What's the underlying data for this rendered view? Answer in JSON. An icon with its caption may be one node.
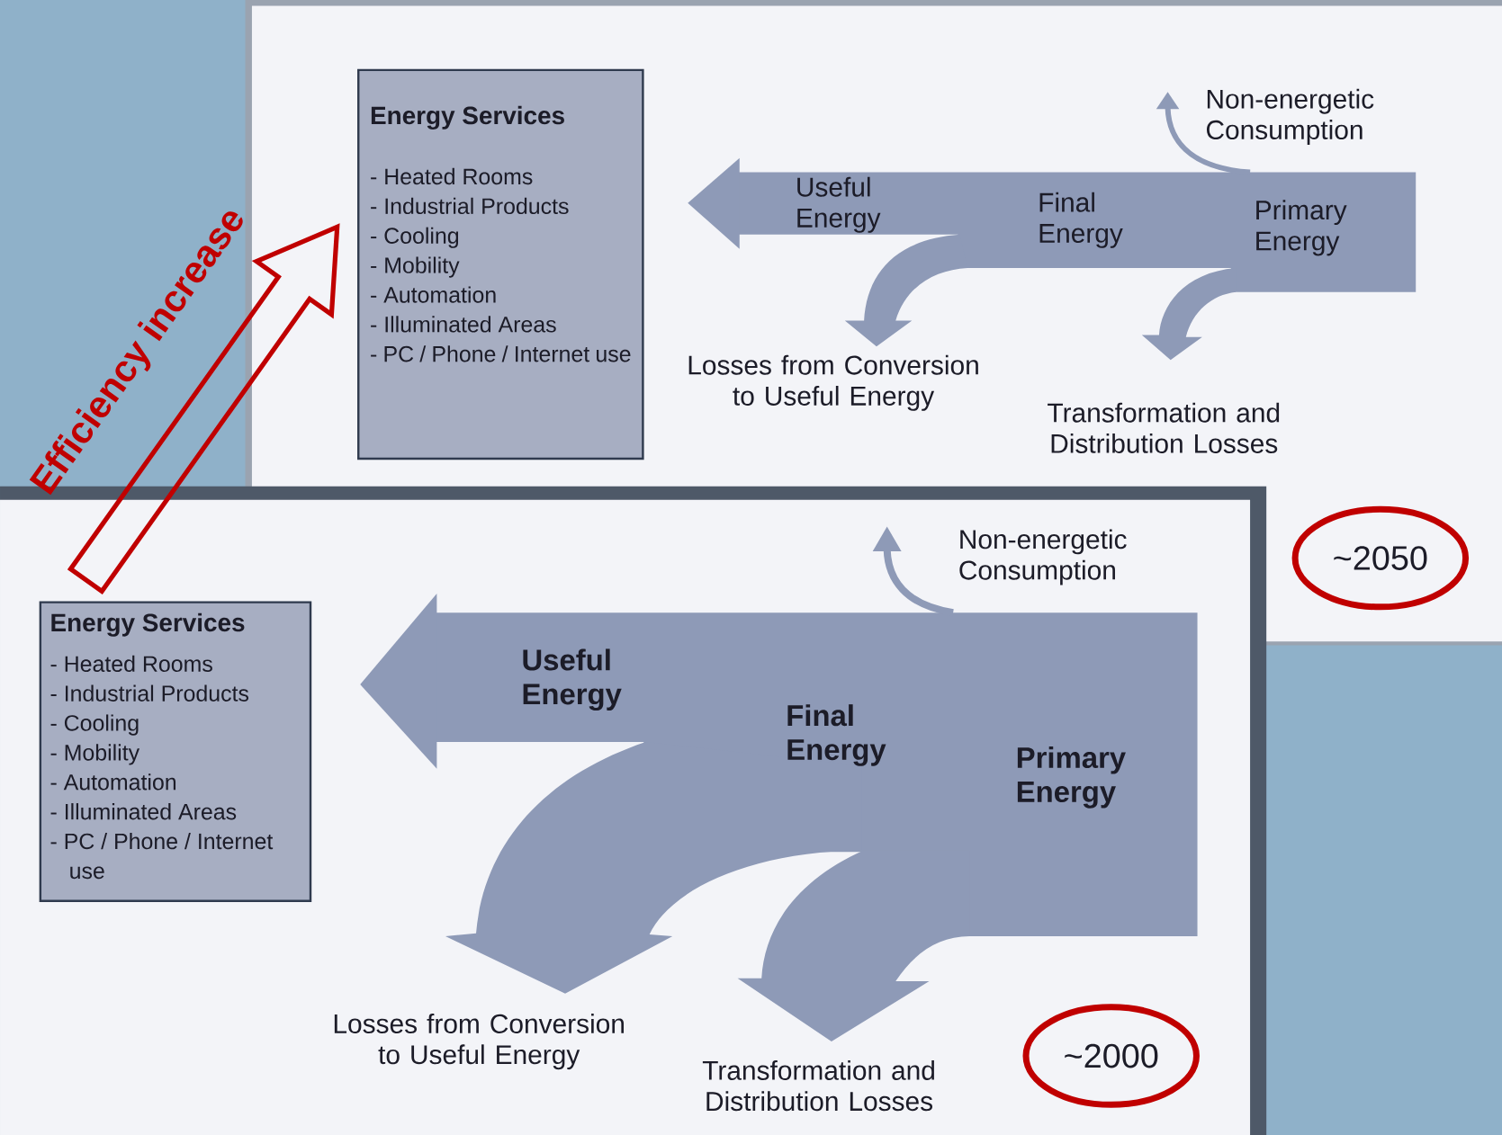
{
  "diagram": {
    "nodes": [
      {
        "text": [
          "Energy Services",
          "- Heated Rooms",
          "- Industrial Products",
          "- Cooling",
          "- Mobility",
          "- Automation",
          "- Illuminated Areas",
          "- PC / Phone / Internet use"
        ]
      },
      {
        "text": [
          "~2050"
        ]
      },
      {
        "text": [
          "Energy Services",
          "- Heated Rooms",
          "- Industrial Products",
          "- Cooling",
          "- Mobility",
          "- Automation",
          "- Illuminated Areas",
          "- PC / Phone / Internet use"
        ]
      },
      {
        "text": [
          "~2000"
        ]
      }
    ],
    "edges": [
      {
        "from": 2,
        "to": 0,
        "arrow": "to",
        "label": "Efficiency increase",
        "style": "thick",
        "color": "#c00000"
      }
    ],
    "labels": [
      "Non-energetic Consumption",
      "Useful Energy",
      "Final Energy",
      "Primary Energy",
      "Losses from Conversion to Useful Energy",
      "Transformation and Distribution Losses",
      "Non-energetic Consumption",
      "Useful Energy",
      "Final Energy",
      "Primary Energy",
      "Losses from Conversion to Useful Energy",
      "Transformation and Distribution Losses"
    ]
  }
}
